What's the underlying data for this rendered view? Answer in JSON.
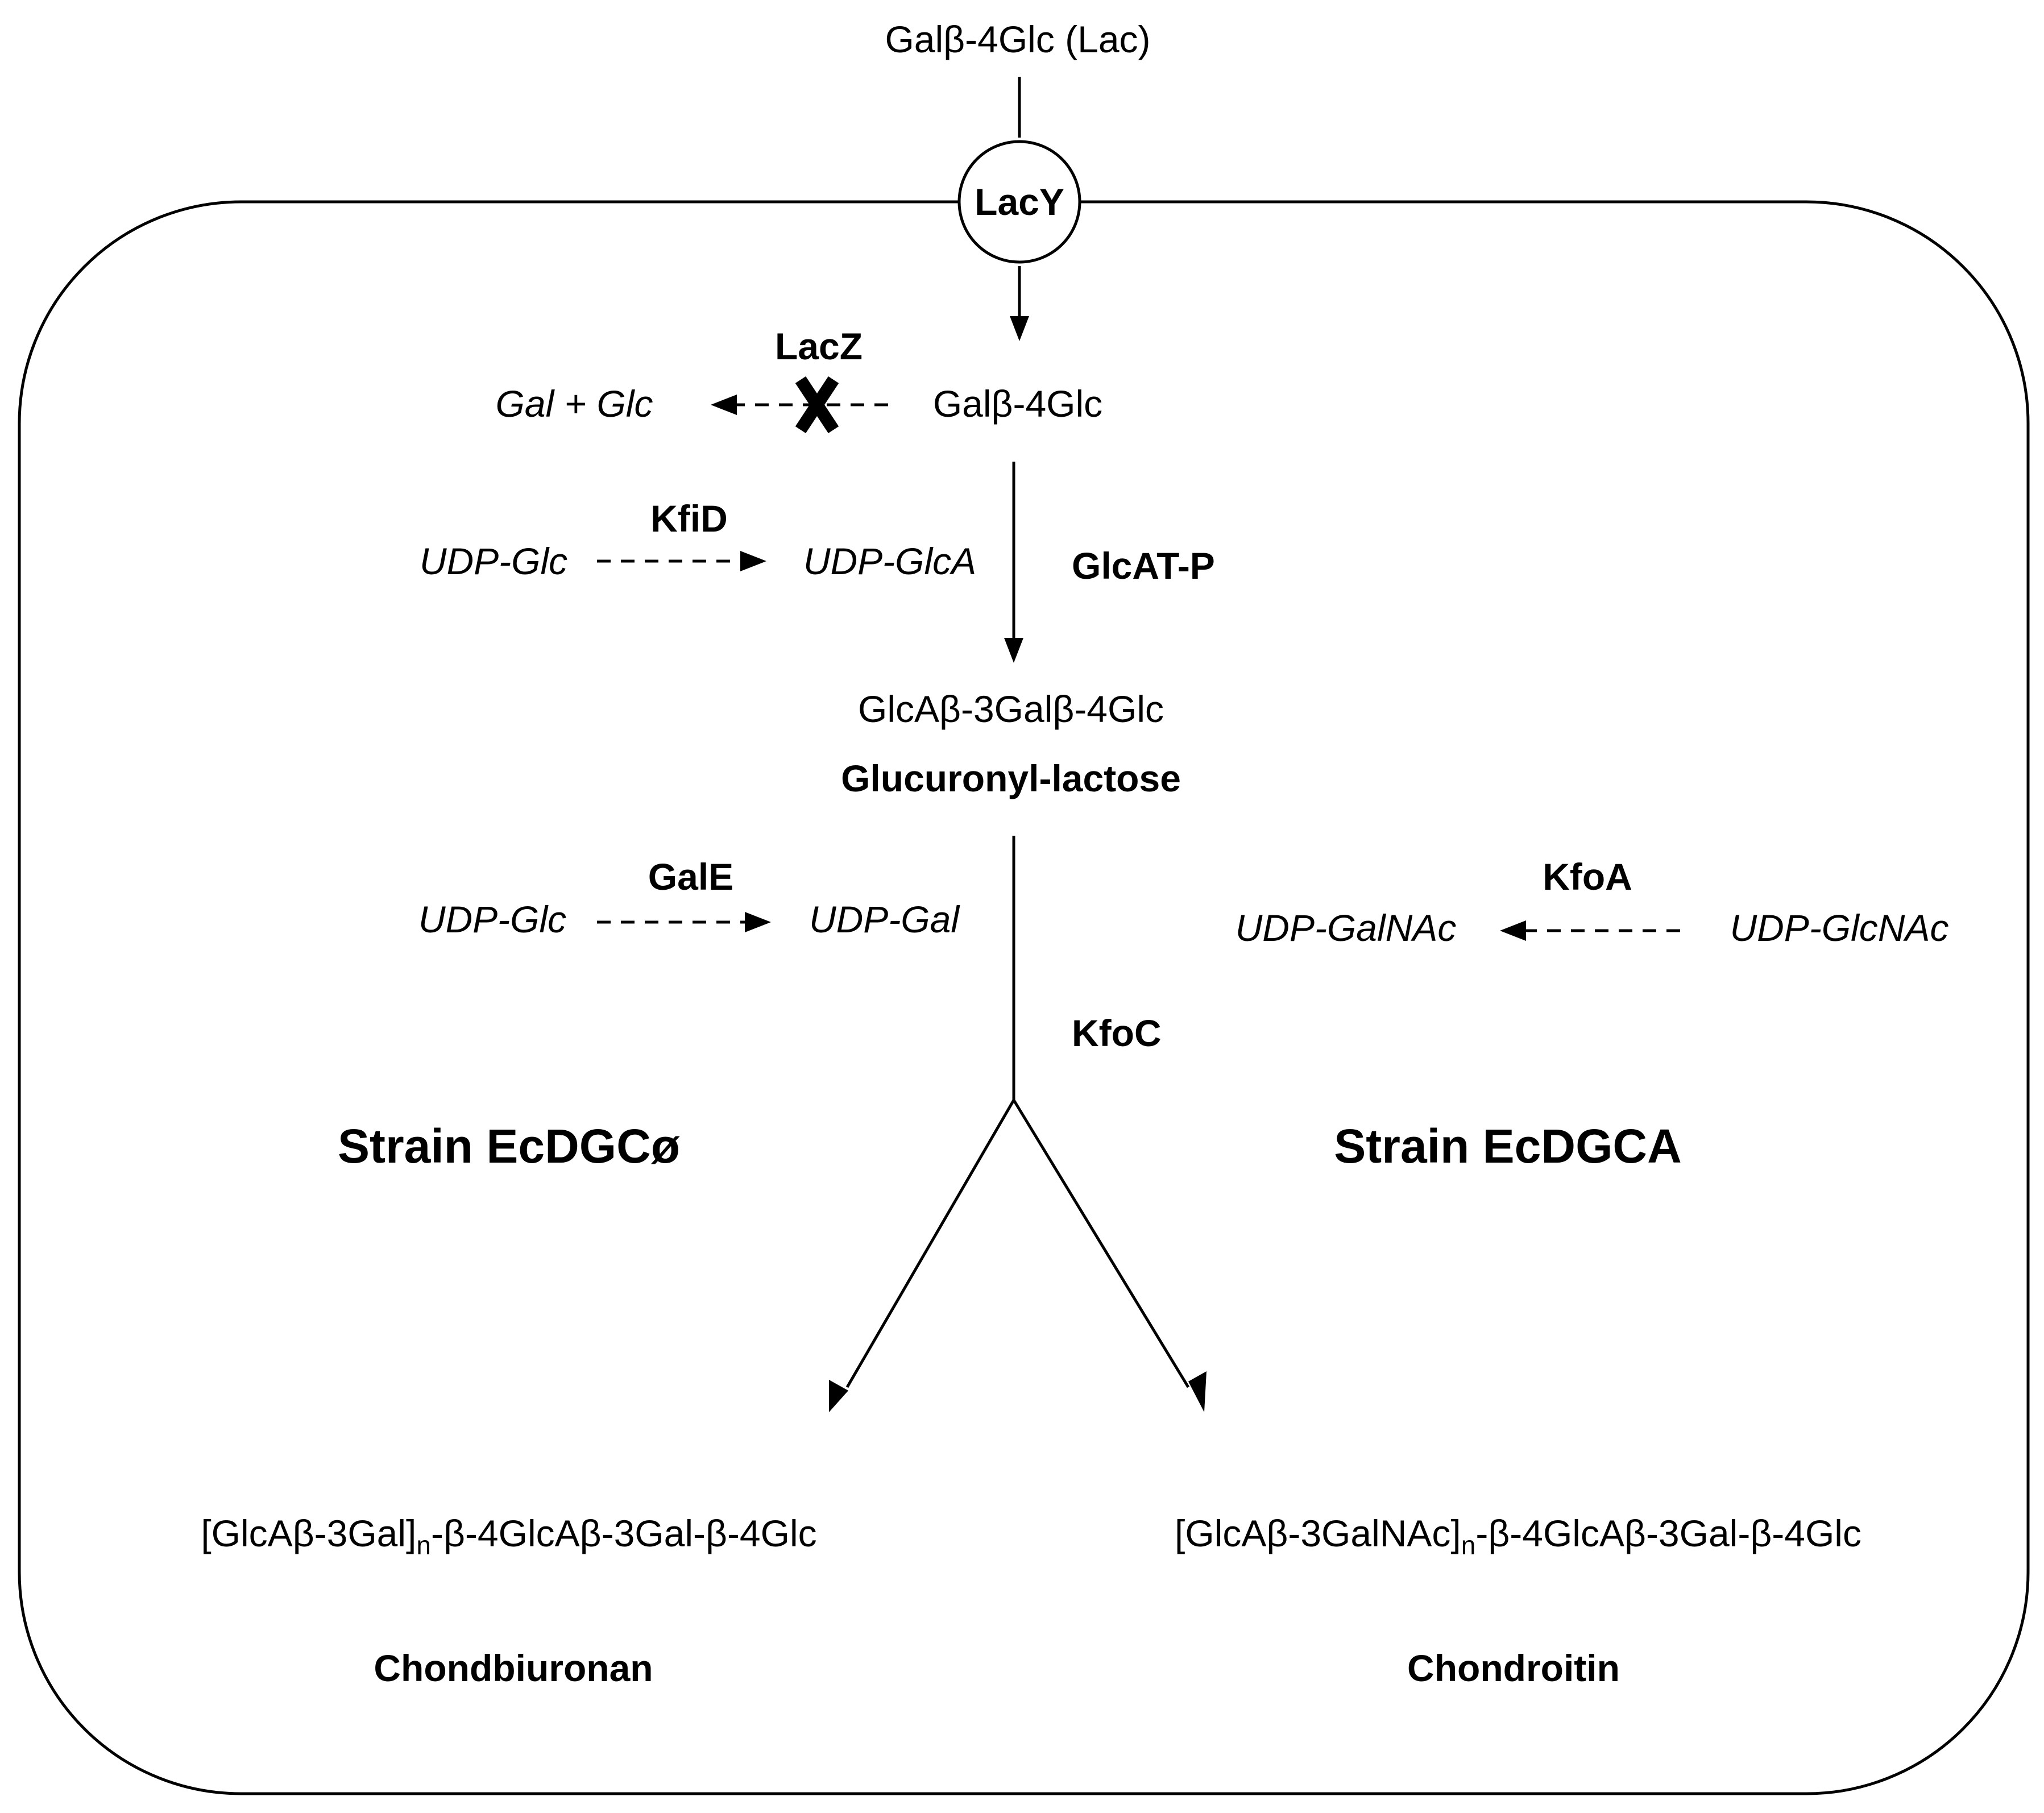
{
  "nodes": {
    "lactose_outside": "Galβ-4Glc  (Lac)",
    "lacy": "LacY",
    "lacz": "LacZ",
    "gal_glc": "Gal + Glc",
    "lactose_inside": "Galβ-4Glc",
    "kfid": "KfiD",
    "udp_glc_1": "UDP-Glc",
    "udp_glca": "UDP-GlcA",
    "glcat_p": "GlcAT-P",
    "trisaccharide": "GlcAβ-3Galβ-4Glc",
    "glucuronyl_lactose": "Glucuronyl-lactose",
    "gale": "GalE",
    "udp_glc_2": "UDP-Glc",
    "udp_gal": "UDP-Gal",
    "kfoa": "KfoA",
    "udp_galnac": "UDP-GalNAc",
    "udp_glcnac": "UDP-GlcNAc",
    "kfoc": "KfoC",
    "strain_left": "Strain EcDGCø",
    "strain_right": "Strain EcDGCA",
    "product_left": {
      "pre": "[GlcAβ-3Gal]",
      "sub": "n",
      "post": "-β-4GlcAβ-3Gal-β-4Glc"
    },
    "product_right": {
      "pre": "[GlcAβ-3GalNAc]",
      "sub": "n",
      "post": "-β-4GlcAβ-3Gal-β-4Glc"
    },
    "name_left": "Chondbiuronan",
    "name_right": "Chondroitin"
  },
  "colors": {
    "ink": "#000000",
    "background": "#ffffff"
  }
}
